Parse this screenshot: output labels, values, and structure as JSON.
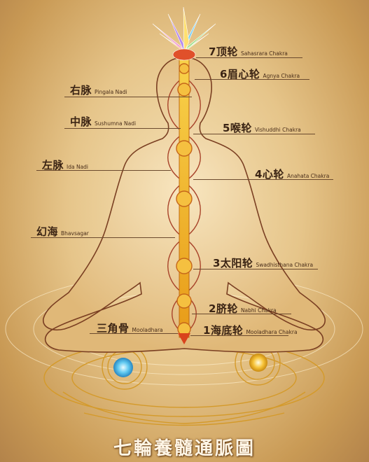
{
  "caption": "七輪養髓通脈圖",
  "labels": {
    "crown": {
      "zh": "7顶轮",
      "en": "Sahasrara Chakra"
    },
    "brow": {
      "zh": "6眉心轮",
      "en": "Agnya Chakra"
    },
    "pingala": {
      "zh": "右脉",
      "en": "Pingala Nadi"
    },
    "sushumna": {
      "zh": "中脉",
      "en": "Sushumna Nadi"
    },
    "throat": {
      "zh": "5喉轮",
      "en": "Vishuddhi Chakra"
    },
    "ida": {
      "zh": "左脉",
      "en": "Ida Nadi"
    },
    "heart": {
      "zh": "4心轮",
      "en": "Anahata Chakra"
    },
    "bhavsagar": {
      "zh": "幻海",
      "en": "Bhavsagar"
    },
    "solar": {
      "zh": "3太阳轮",
      "en": "Swadhisthana Chakra"
    },
    "navel": {
      "zh": "2脐轮",
      "en": "Nabhi Chakra"
    },
    "sacrum": {
      "zh": "三角骨",
      "en": "Mooladhara"
    },
    "root": {
      "zh": "1海底轮",
      "en": "Mooladhara Chakra"
    }
  },
  "colors": {
    "background": "#e6c58a",
    "figure_outline": "#7a3f22",
    "channel": "#f2b51c",
    "chakra": "#e8a020",
    "left_orb": "#5fc8f0",
    "right_orb": "#f7c43a"
  }
}
